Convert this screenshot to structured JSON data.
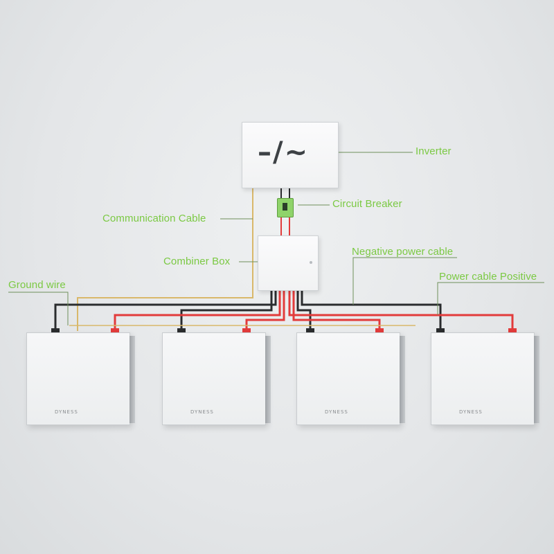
{
  "labels": {
    "inverter": "Inverter",
    "circuit_breaker": "Circuit Breaker",
    "communication_cable": "Communication Cable",
    "combiner_box": "Combiner Box",
    "negative_power_cable": "Negative power cable",
    "ground_wire": "Ground wire",
    "power_cable_positive": "Power cable Positive"
  },
  "inverter_symbol": "–/~",
  "battery_brand": "DYNESS",
  "colors": {
    "label": "#7bc943",
    "leader": "#6e8f5a",
    "negative_cable": "#2a2c2e",
    "positive_cable": "#e23b3b",
    "comm_cable": "#d9b86a"
  }
}
